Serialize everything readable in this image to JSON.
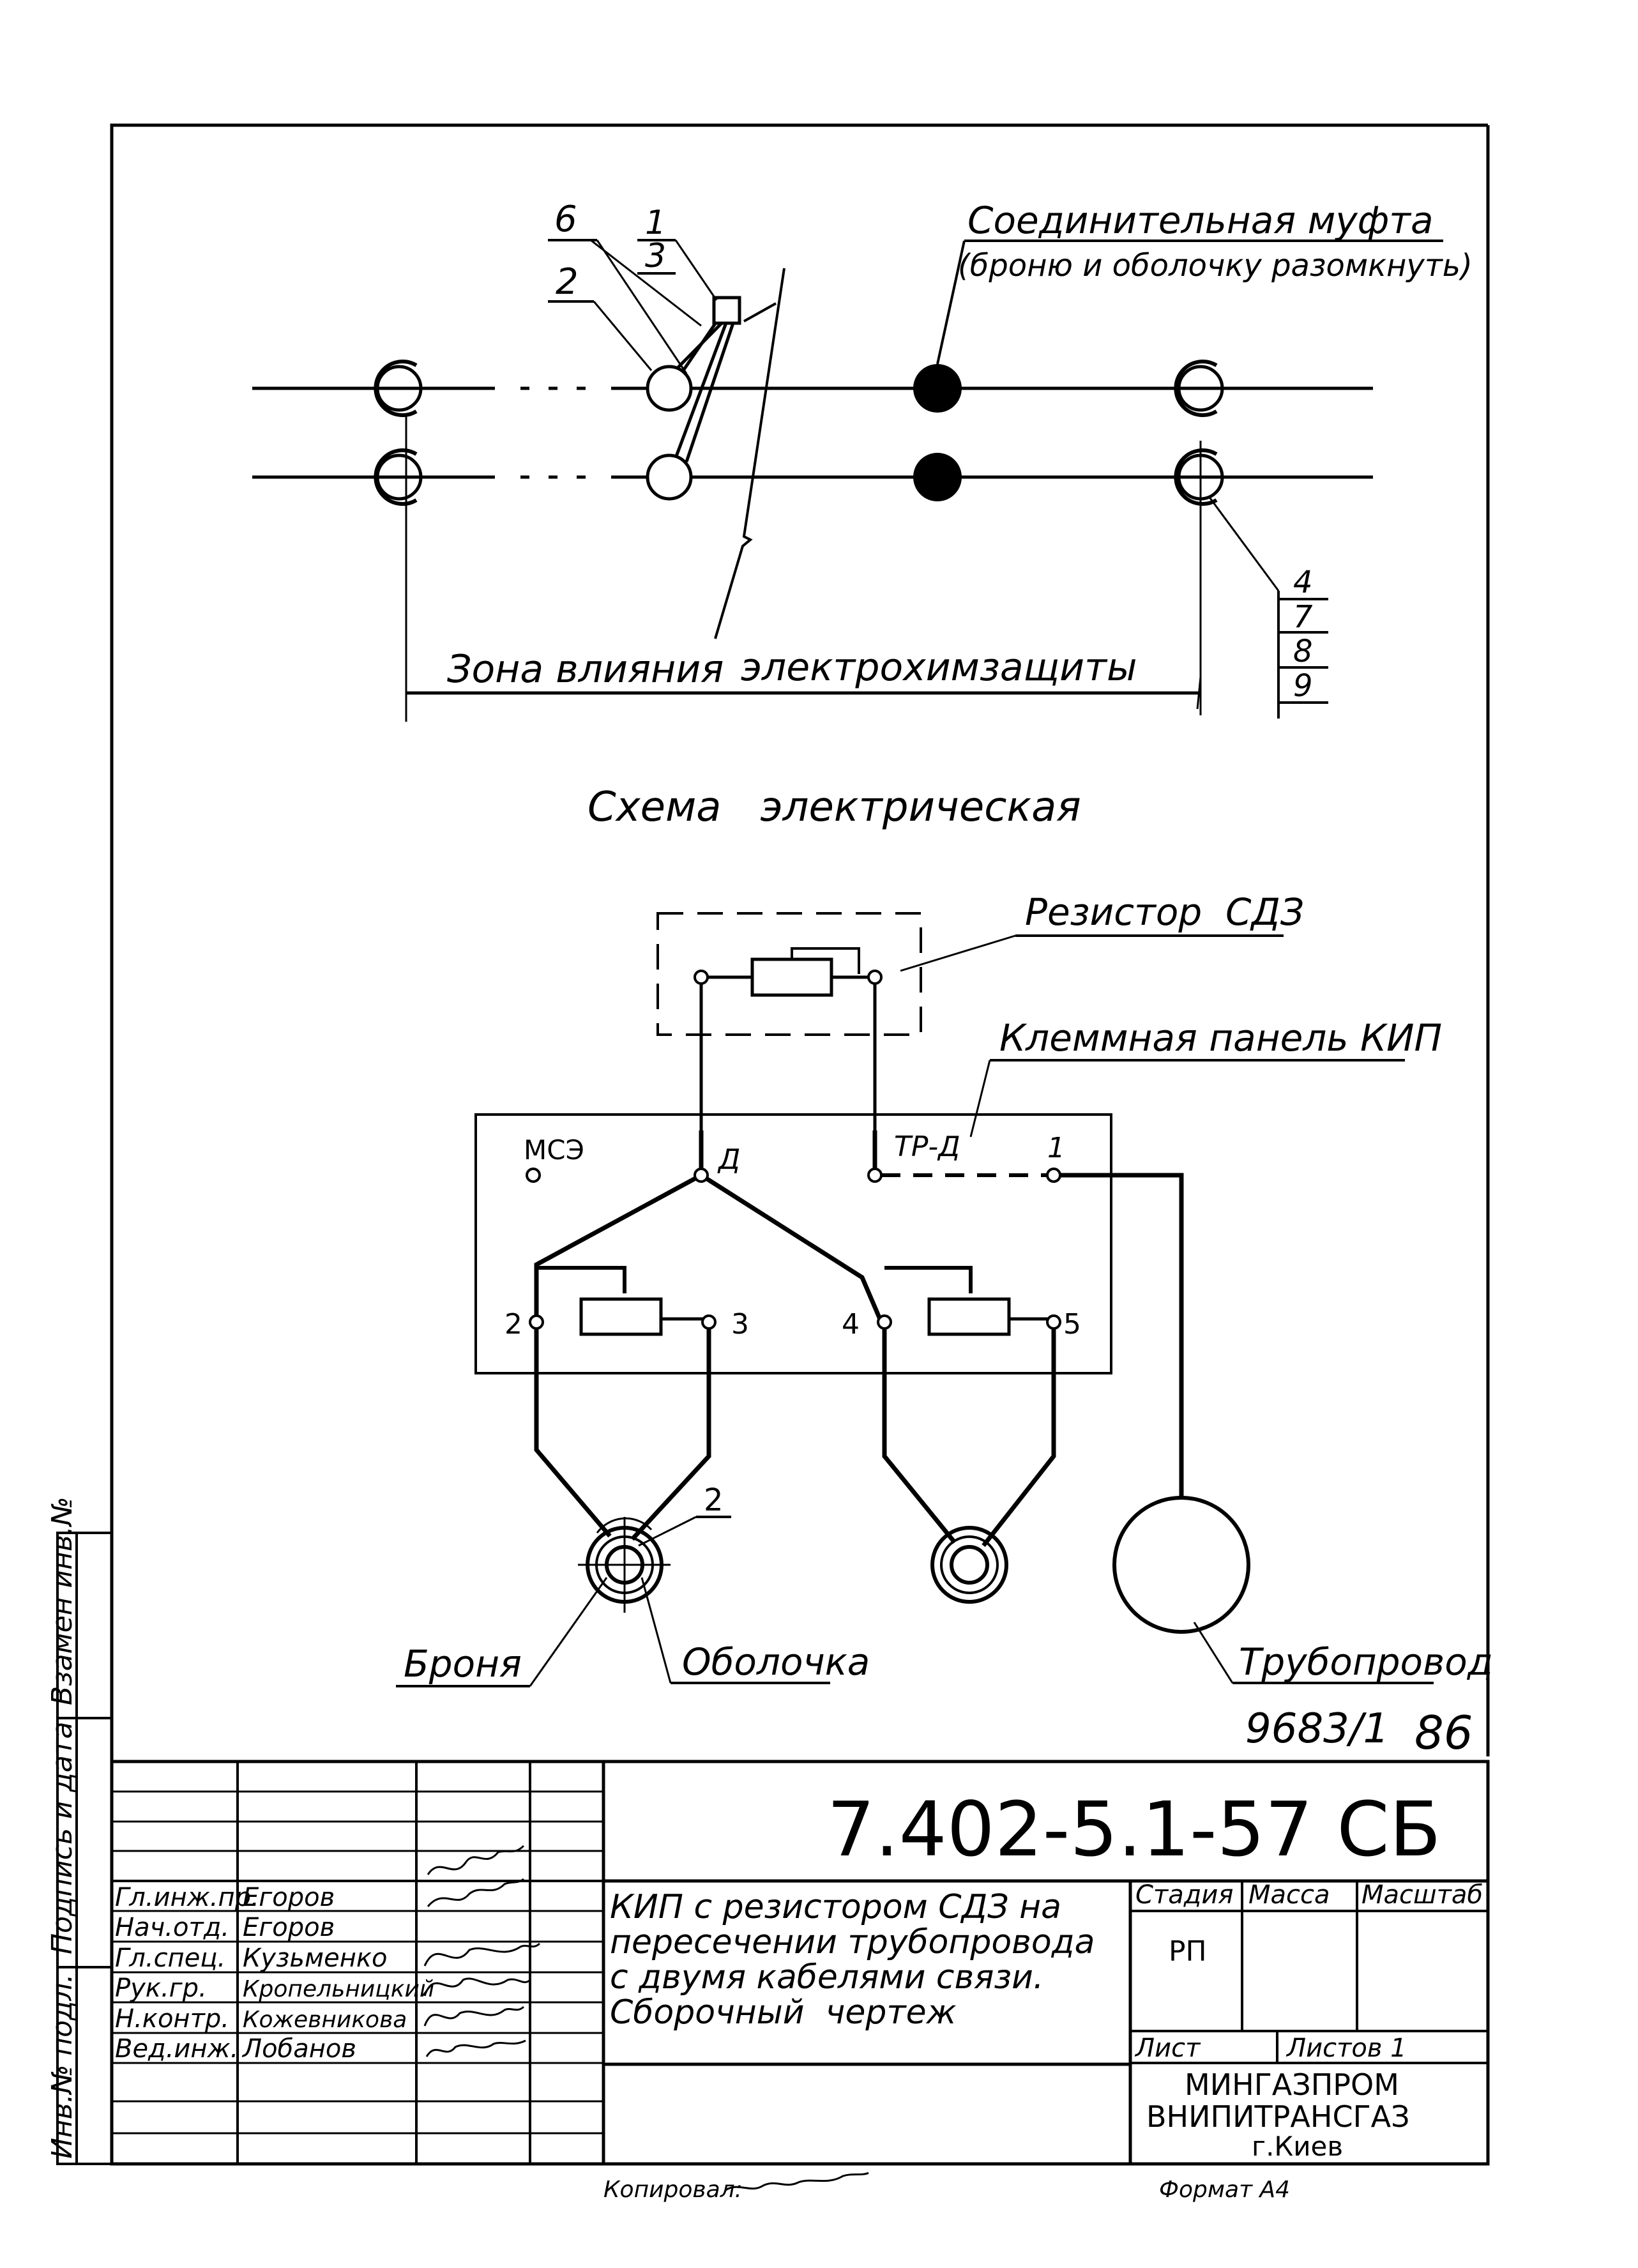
{
  "top_diagram": {
    "coupling_title": "Соединительная муфта",
    "coupling_note": "(броню и оболочку разомкнуть)",
    "callout_6": "6",
    "callout_1": "1",
    "callout_3": "3",
    "callout_2": "2",
    "stack_right": [
      "4",
      "7",
      "8",
      "9"
    ],
    "zone_label_a": "Зона влияния",
    "zone_label_b": "электрохимзащиты"
  },
  "scheme_title": "Схема   электрическая",
  "scheme": {
    "resistor_sdz": "Резистор  СДЗ",
    "terminal_panel": "Клеммная панель КИП",
    "mse": "МСЭ",
    "term_d": "Д",
    "term_trd": "ТР-Д",
    "term_1": "1",
    "term_2": "2",
    "term_3": "3",
    "term_4": "4",
    "term_5": "5",
    "cable_callout_2": "2",
    "armor": "Броня",
    "sheath": "Оболочка",
    "pipeline": "Трубопровод"
  },
  "sheet_number": "9683/1",
  "page_number": "86",
  "doc_code": "7.402-5.1-57 СБ",
  "side_labels": {
    "replaced": "Взамен инв.№",
    "sign_date": "Подпись и дата",
    "inv_orig": "Инв.№ подл."
  },
  "title_block": {
    "staff": [
      {
        "role": "Гл.инж.пр.",
        "name": "Егоров"
      },
      {
        "role": "Нач.отд.",
        "name": "Егоров"
      },
      {
        "role": "Гл.спец.",
        "name": "Кузьменко"
      },
      {
        "role": "Рук.гр.",
        "name": "Кропельницкий"
      },
      {
        "role": "Н.контр.",
        "name": "Кожевникова"
      },
      {
        "role": "Вед.инж.",
        "name": "Лобанов"
      }
    ],
    "description": [
      "КИП с резистором СДЗ на",
      "пересечении трубопровода",
      "с двумя кабелями связи.",
      "Сборочный  чертеж"
    ],
    "stage_label": "Стадия",
    "mass_label": "Масса",
    "scale_label": "Масштаб",
    "stage_value": "РП",
    "sheet_label": "Лист",
    "sheets_label": "Листов 1",
    "org": [
      "МИНГАЗПРОМ",
      "ВНИПИТРАНСГАЗ",
      "г.Киев"
    ],
    "copied": "Копировал:",
    "format": "Формат А4"
  }
}
